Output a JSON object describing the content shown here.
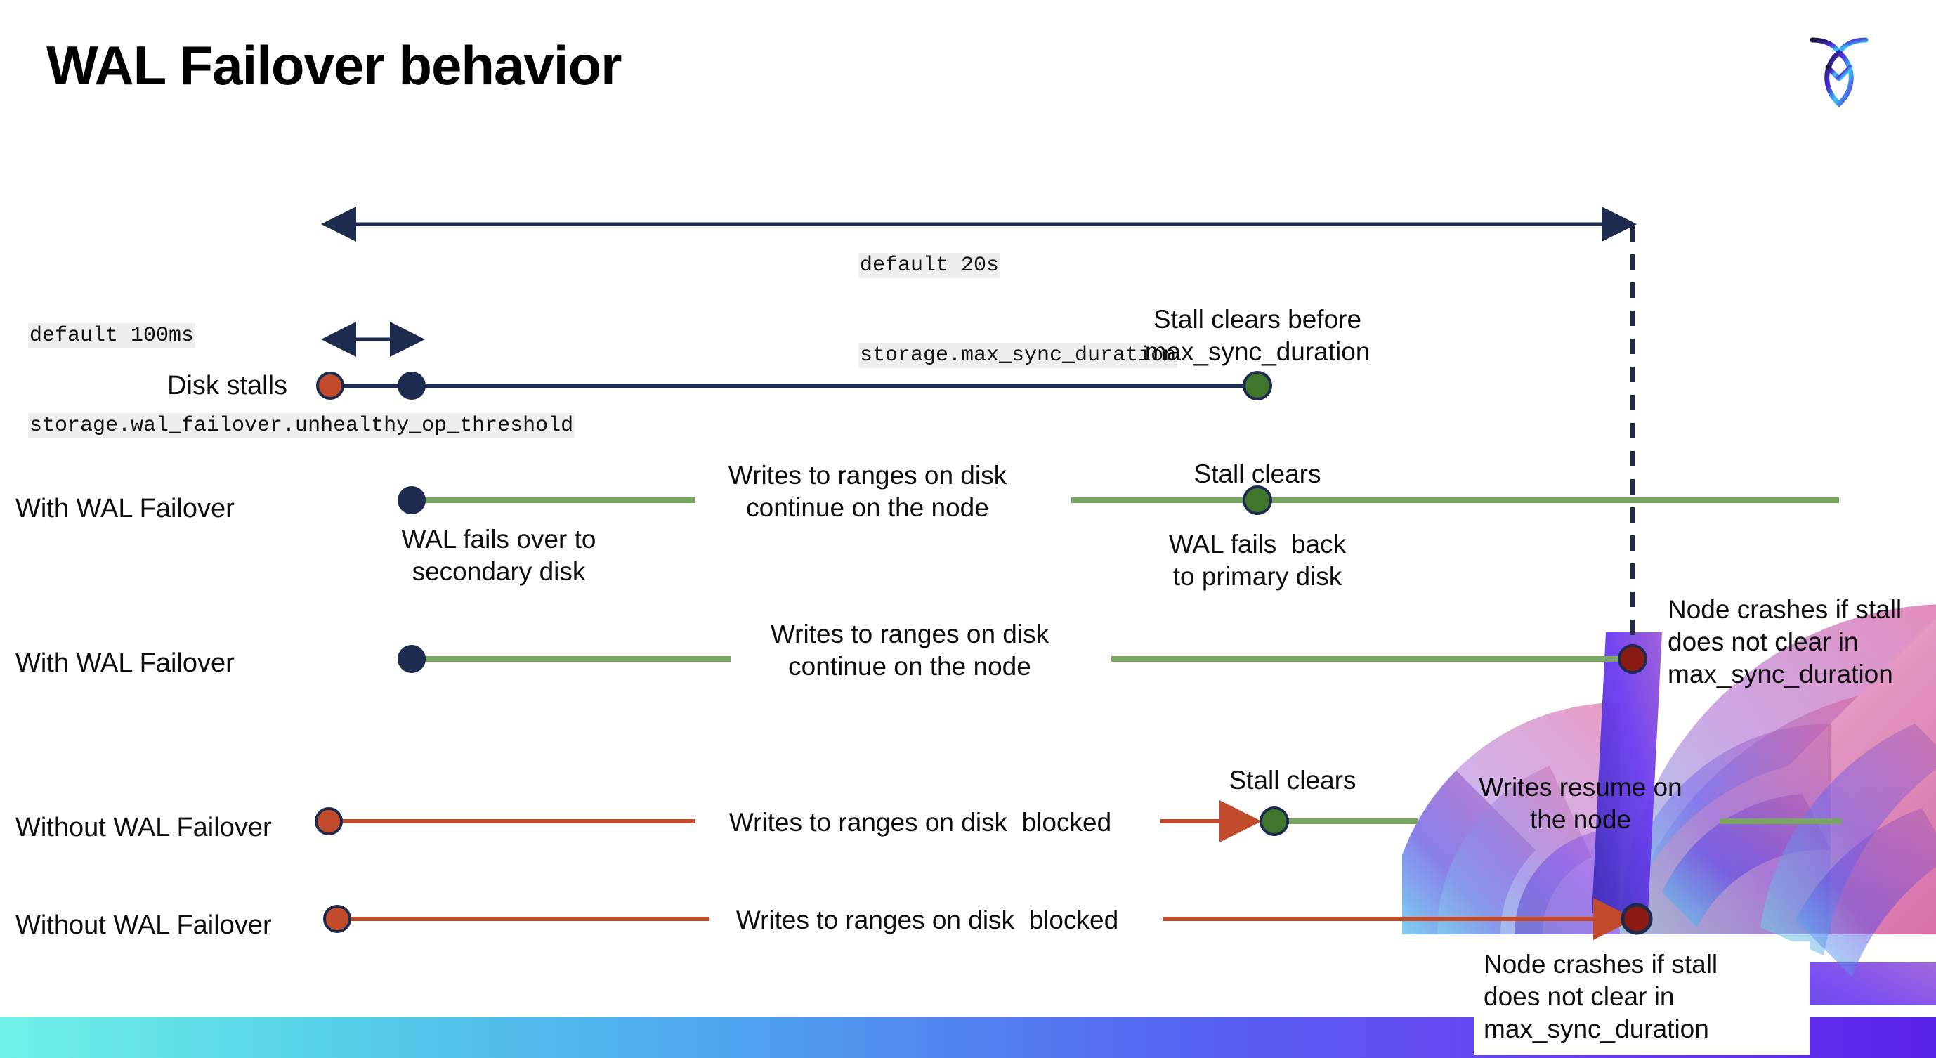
{
  "slide": {
    "title": "WAL Failover behavior",
    "logo_name": "cockroachdb-logo"
  },
  "settings": {
    "max_sync": {
      "default": "default 20s",
      "name": "storage.max_sync_duration"
    },
    "unhealthy_threshold": {
      "default": "default 100ms",
      "name": "storage.wal_failover.unhealthy_op_threshold"
    }
  },
  "rows": {
    "disk_stalls": {
      "label": "Disk stalls",
      "note": "Stall clears before\nmax_sync_duration"
    },
    "with_failover_1": {
      "label": "With WAL Failover",
      "note_start": "WAL fails over to\nsecondary disk",
      "note_mid": "Writes to ranges on disk\ncontinue on the node",
      "note_clear": "Stall clears",
      "note_back": "WAL fails  back\nto primary disk"
    },
    "with_failover_2": {
      "label": "With WAL Failover",
      "note_mid": "Writes to ranges on disk\ncontinue on the node",
      "note_crash": "Node crashes if stall\ndoes not clear in\nmax_sync_duration"
    },
    "without_failover_1": {
      "label": "Without WAL Failover",
      "note_blocked": "Writes to ranges on disk  blocked",
      "note_clear": "Stall clears",
      "note_resume": "Writes resume on\nthe node"
    },
    "without_failover_2": {
      "label": "Without WAL Failover",
      "note_blocked": "Writes to ranges on disk  blocked",
      "note_crash": "Node crashes if stall\ndoes not clear in\nmax_sync_duration"
    }
  },
  "colors": {
    "navy": "#1d2b4f",
    "orange": "#c24b2c",
    "green_line": "#7aa661",
    "green_dot": "#40762c",
    "dark_red": "#8c1a14",
    "code_bg": "#eeeeee",
    "bar_gradient_start": "#6ff0e8",
    "bar_gradient_end": "#5a23e8"
  }
}
